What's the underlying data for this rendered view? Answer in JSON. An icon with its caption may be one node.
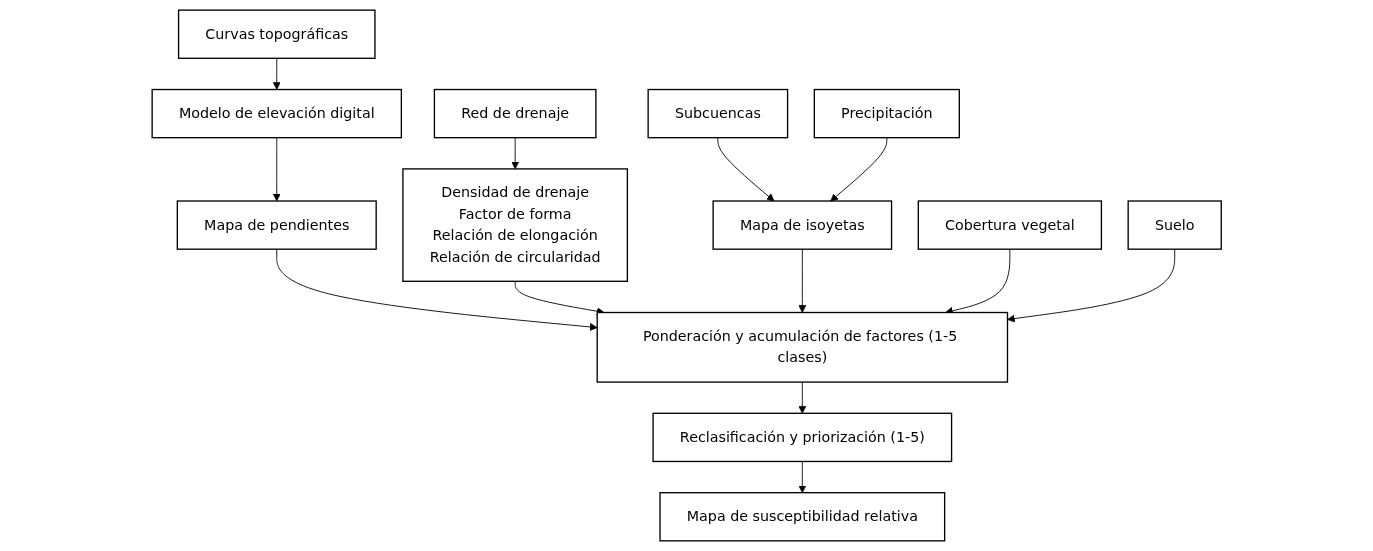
{
  "diagram": {
    "nodes": [
      {
        "text": [
          "Curvas topográficas"
        ]
      },
      {
        "text": [
          "Red de drenaje"
        ]
      },
      {
        "text": [
          "Subcuencas"
        ]
      },
      {
        "text": [
          "Precipitación"
        ]
      },
      {
        "text": [
          "Cobertura vegetal"
        ]
      },
      {
        "text": [
          "Suelo"
        ]
      },
      {
        "text": [
          "Modelo de elevación digital"
        ]
      },
      {
        "text": [
          "Densidad de drenaje",
          "Factor de forma",
          "Relación de elongación",
          "Relación de circularidad"
        ]
      },
      {
        "text": [
          "Mapa de isoyetas"
        ]
      },
      {
        "text": [
          "Mapa de pendientes"
        ]
      },
      {
        "text": [
          "Ponderación y acumulación de factores (1-5 clases)"
        ]
      },
      {
        "text": [
          "Reclasificación y priorización (1-5)"
        ]
      },
      {
        "text": [
          "Mapa de susceptibilidad relativa"
        ]
      }
    ],
    "edges": [
      {
        "from": 0,
        "to": 6,
        "arrow": "to"
      },
      {
        "from": 6,
        "to": 9,
        "arrow": "to"
      },
      {
        "from": 1,
        "to": 7,
        "arrow": "to"
      },
      {
        "from": 2,
        "to": 8,
        "arrow": "to"
      },
      {
        "from": 3,
        "to": 8,
        "arrow": "to"
      },
      {
        "from": 9,
        "to": 10,
        "arrow": "to"
      },
      {
        "from": 7,
        "to": 10,
        "arrow": "to"
      },
      {
        "from": 8,
        "to": 10,
        "arrow": "to"
      },
      {
        "from": 4,
        "to": 10,
        "arrow": "to"
      },
      {
        "from": 5,
        "to": 10,
        "arrow": "to"
      },
      {
        "from": 10,
        "to": 11,
        "arrow": "to"
      },
      {
        "from": 11,
        "to": 12,
        "arrow": "to"
      }
    ]
  }
}
